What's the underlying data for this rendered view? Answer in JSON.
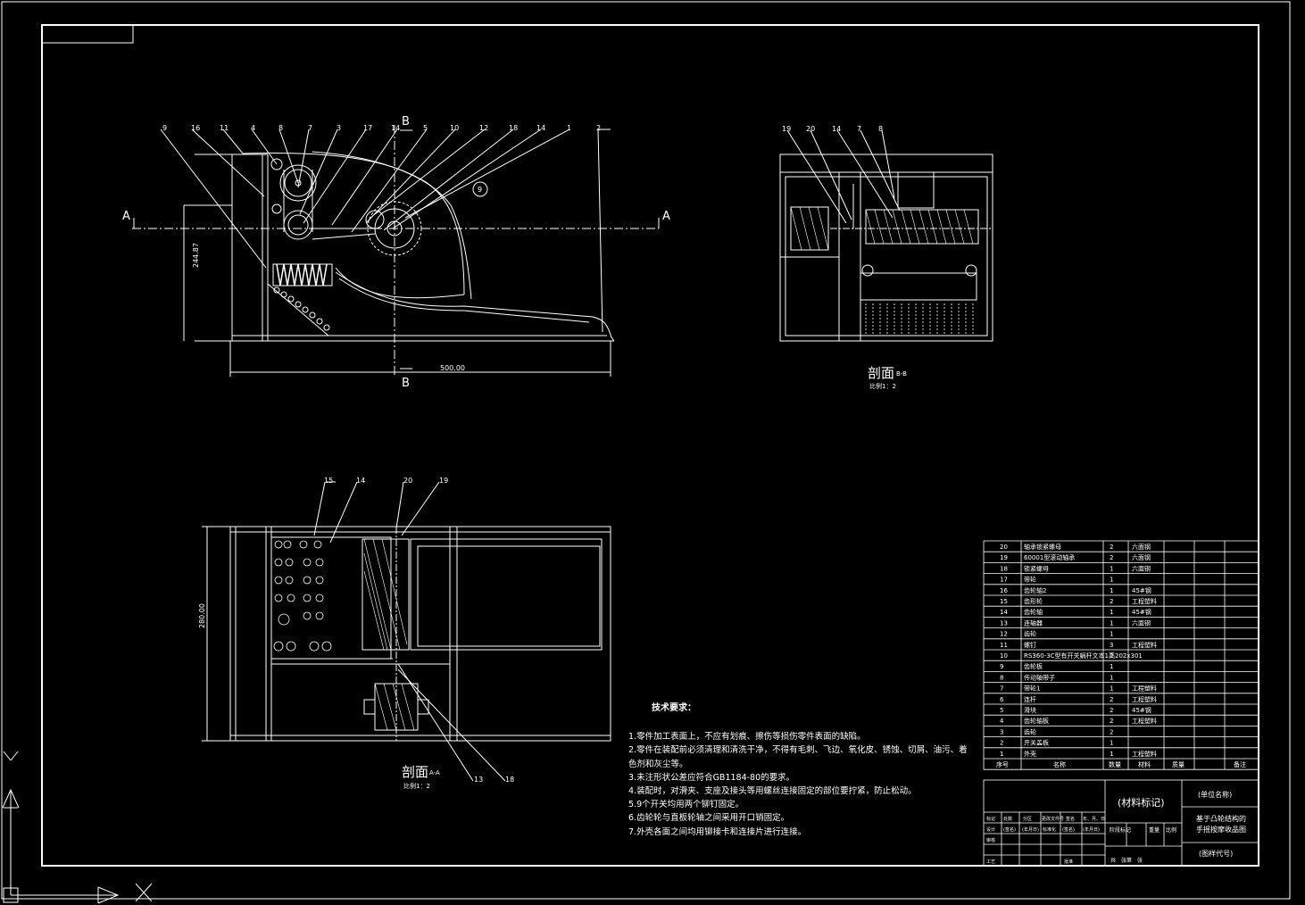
{
  "views": {
    "front": {
      "section_label_top": "B",
      "section_label_bottom": "B",
      "section_label_left": "A",
      "section_label_right": "A",
      "width_dimension": "500.00",
      "height_dimension": "244.87",
      "callouts": [
        "9",
        "16",
        "11",
        "4",
        "8",
        "7",
        "3",
        "17",
        "14",
        "5",
        "10",
        "12",
        "18",
        "14",
        "1",
        "2"
      ],
      "internal_callout": "9"
    },
    "section_b": {
      "title": "剖面",
      "title_suffix": "B-B",
      "scale": "比例1：2",
      "callouts": [
        "19",
        "20",
        "14",
        "7",
        "8"
      ]
    },
    "section_a": {
      "title": "剖面",
      "title_suffix": "A-A",
      "scale": "比例1：2",
      "height_dimension": "280.00",
      "callouts_top": [
        "15",
        "14",
        "20",
        "19"
      ],
      "callouts_bottom": [
        "13",
        "18"
      ]
    }
  },
  "technical_requirements": {
    "title": "技术要求：",
    "items": [
      "1.零件加工表面上，不应有划痕、擦伤等损伤零件表面的缺陷。",
      "2.零件在装配前必须清理和清洗干净，不得有毛刺、飞边、氧化皮、锈蚀、切屑、油污、着色剂和灰尘等。",
      "3.未注形状公差应符合GB1184-80的要求。",
      "4.装配时，对滑夹、支座及接头等用螺丝连接固定的部位要拧紧，防止松动。",
      "5.9个开关均用两个铆钉固定。",
      "6.齿轮轮与直板轮轴之间采用开口销固定。",
      "7.外壳各面之间均用铆接卡和连接片进行连接。"
    ]
  },
  "parts_list": {
    "rows": [
      {
        "no": "20",
        "name": "轴承锁紧螺母",
        "qty": "2",
        "material": "六面钢"
      },
      {
        "no": "19",
        "name": "60001型滚动轴承",
        "qty": "2",
        "material": "六面钢"
      },
      {
        "no": "18",
        "name": "锁紧螺母",
        "qty": "1",
        "material": "六面钢"
      },
      {
        "no": "17",
        "name": "带轮",
        "qty": "1",
        "material": ""
      },
      {
        "no": "16",
        "name": "齿轮轴2",
        "qty": "1",
        "material": "45#钢"
      },
      {
        "no": "15",
        "name": "齿形轮",
        "qty": "2",
        "material": "工程塑料"
      },
      {
        "no": "14",
        "name": "齿轮轴",
        "qty": "1",
        "material": "45#钢"
      },
      {
        "no": "13",
        "name": "连轴器",
        "qty": "1",
        "material": "六面钢"
      },
      {
        "no": "12",
        "name": "齿轮",
        "qty": "1",
        "material": ""
      },
      {
        "no": "11",
        "name": "螺钉",
        "qty": "3",
        "material": "工程塑料"
      },
      {
        "no": "10",
        "name": "RS360-3C型有开关蜗杆文本1高202x301",
        "qty": "2",
        "material": ""
      },
      {
        "no": "9",
        "name": "齿轮板",
        "qty": "1",
        "material": ""
      },
      {
        "no": "8",
        "name": "传动轴带子",
        "qty": "1",
        "material": ""
      },
      {
        "no": "7",
        "name": "带轮1",
        "qty": "1",
        "material": "工程塑料"
      },
      {
        "no": "6",
        "name": "连杆",
        "qty": "2",
        "material": "工程塑料"
      },
      {
        "no": "5",
        "name": "滑块",
        "qty": "2",
        "material": "45#钢"
      },
      {
        "no": "4",
        "name": "齿轮轴板",
        "qty": "2",
        "material": "工程塑料"
      },
      {
        "no": "3",
        "name": "齿轮",
        "qty": "2",
        "material": ""
      },
      {
        "no": "2",
        "name": "开关盖板",
        "qty": "1",
        "material": ""
      },
      {
        "no": "1",
        "name": "外壳",
        "qty": "1",
        "material": "工程塑料"
      }
    ],
    "header": {
      "no": "序号",
      "name": "名称",
      "qty": "数量",
      "material": "材料",
      "weight": "质量",
      "remark": "备注"
    }
  },
  "title_block": {
    "material_mark": "(材料标记)",
    "company": "(单位名称)",
    "drawing_title_line1": "基于凸轮结构的",
    "drawing_title_line2": "手摇按摩收品图",
    "drawing_number": "(图样代号)",
    "stage_label": "阶段标记",
    "weight_label": "重量",
    "ratio_label": "比例",
    "sheets_label": "共　张第　张",
    "row_labels": [
      "标记",
      "设计",
      "审核",
      "工艺"
    ],
    "col_labels": [
      "处数",
      "分区",
      "更改文件号",
      "签名",
      "年、月、日"
    ],
    "sign_texts": [
      "(签名)",
      "(年月日)",
      "标准化",
      "(签名)",
      "(年月日)"
    ],
    "approve": "批准"
  }
}
